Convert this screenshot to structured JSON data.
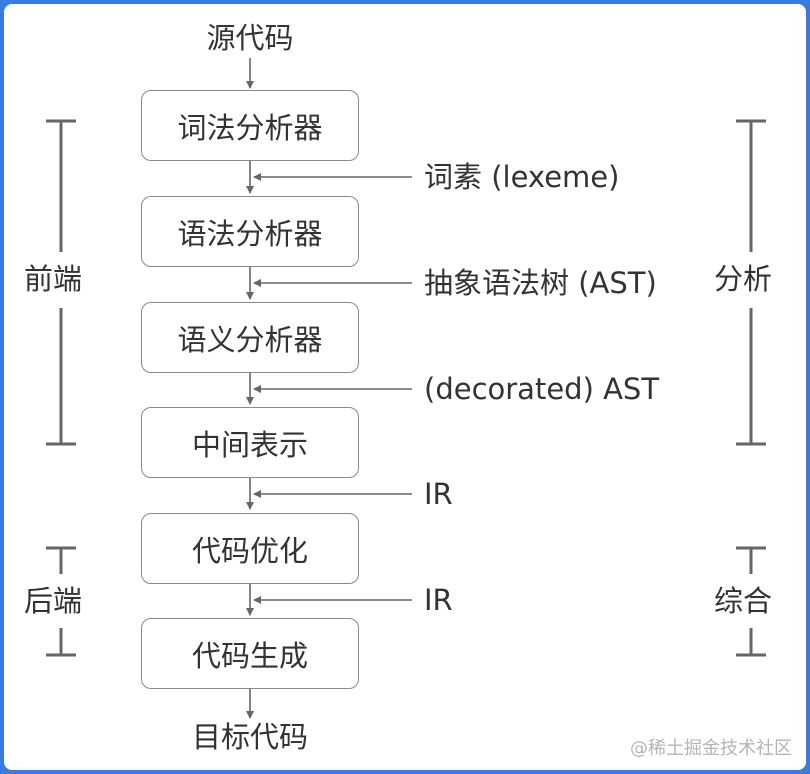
{
  "source_label": "源代码",
  "target_label": "目标代码",
  "stages": [
    {
      "label": "词法分析器"
    },
    {
      "label": "语法分析器"
    },
    {
      "label": "语义分析器"
    },
    {
      "label": "中间表示"
    },
    {
      "label": "代码优化"
    },
    {
      "label": "代码生成"
    }
  ],
  "outputs": [
    {
      "label": "词素 (lexeme)"
    },
    {
      "label": "抽象语法树 (AST)"
    },
    {
      "label": "(decorated) AST"
    },
    {
      "label": "IR"
    },
    {
      "label": "IR"
    }
  ],
  "left_groups": [
    {
      "label": "前端"
    },
    {
      "label": "后端"
    }
  ],
  "right_groups": [
    {
      "label": "分析"
    },
    {
      "label": "综合"
    }
  ],
  "watermark": "@稀土掘金技术社区",
  "colors": {
    "border": "#3a7be0",
    "line": "#666666",
    "box_border": "#8a8a8a",
    "text": "#333333",
    "watermark": "#b5b5b5"
  }
}
